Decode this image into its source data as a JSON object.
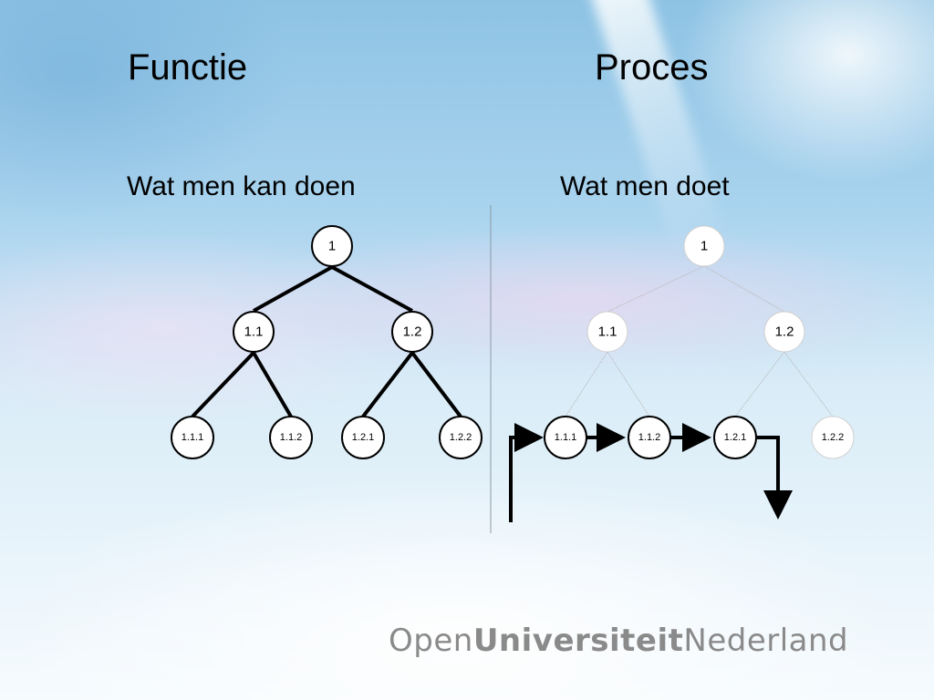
{
  "slide": {
    "title_left": "Functie",
    "title_right": "Proces",
    "subtitle_left": "Wat men kan doen",
    "subtitle_right": "Wat men doet"
  },
  "left_tree": {
    "nodes": [
      "1",
      "1.1",
      "1.2",
      "1.1.1",
      "1.1.2",
      "1.2.1",
      "1.2.2"
    ]
  },
  "right_tree": {
    "nodes": [
      "1",
      "1.1",
      "1.2",
      "1.1.1",
      "1.1.2",
      "1.2.1",
      "1.2.2"
    ],
    "process_sequence": [
      "1.1.1",
      "1.1.2",
      "1.2.1"
    ]
  },
  "logo": {
    "part1": "Open",
    "part2": "Universiteit",
    "part3": "Nederland"
  },
  "colors": {
    "logo_text": "#8a8a8a",
    "edge_strong": "#000000",
    "edge_faint": "#b0b0b0"
  }
}
